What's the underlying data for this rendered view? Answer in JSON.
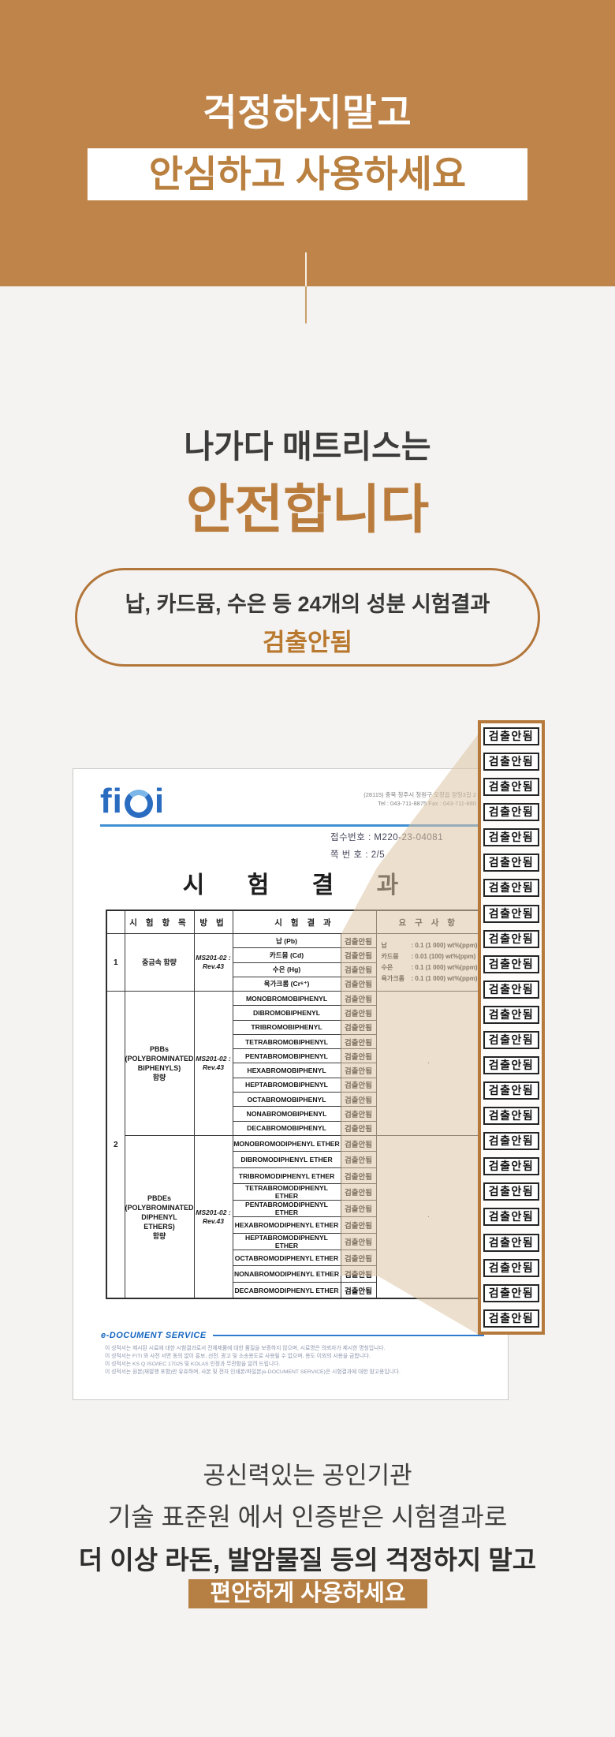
{
  "hero": {
    "line1": "걱정하지말고",
    "line2": "안심하고 사용하세요"
  },
  "intro": {
    "line1": "나가다 매트리스는",
    "line2": "안전합니다"
  },
  "cert_box": {
    "line1": "납, 카드뮴, 수은 등 24개의 성분 시험결과",
    "line2": "검출안됨"
  },
  "stamps": {
    "label": "검출안됨",
    "count": 24
  },
  "document": {
    "logo_text": "fi",
    "logo_text2": "i",
    "address_line1": "(28115) 충북 청주시 청원구 오창읍 양청3길 2",
    "address_line2": "Tel : 043-711-8875   Fax : 043-711-880",
    "receipt_no": "접수번호 : M220-23-04081",
    "page_no": "쪽 번 호 : 2/5",
    "title": "시 험 결 과",
    "table": {
      "headers": {
        "no": "",
        "item": "시 험 항 목",
        "method": "방 법",
        "result": "시 험 결 과",
        "requirement": "요 구 사 항"
      },
      "result_label": "검출안됨",
      "groups": [
        {
          "no": "1",
          "item": "중금속 함량",
          "method": "MS201-02 :\nRev.43",
          "rows": [
            "납 (Pb)",
            "카드뮴 (Cd)",
            "수은 (Hg)",
            "육가크롬 (Cr⁶⁺)"
          ],
          "requirements": [
            {
              "label": "납",
              "value": ": 0.1 (1 000) wt%(ppm)"
            },
            {
              "label": "카드뮴",
              "value": ": 0.01 (100) wt%(ppm)"
            },
            {
              "label": "수은",
              "value": ": 0.1 (1 000) wt%(ppm)"
            },
            {
              "label": "육가크롬",
              "value": ": 0.1 (1 000) wt%(ppm)"
            }
          ]
        },
        {
          "no": "2",
          "item": "PBBs\n(POLYBROMINATED\nBIPHENYLS)\n함량",
          "method": "MS201-02 :\nRev.43",
          "rows": [
            "MONOBROMOBIPHENYL",
            "DIBROMOBIPHENYL",
            "TRIBROMOBIPHENYL",
            "TETRABROMOBIPHENYL",
            "PENTABROMOBIPHENYL",
            "HEXABROMOBIPHENYL",
            "HEPTABROMOBIPHENYL",
            "OCTABROMOBIPHENYL",
            "NONABROMOBIPHENYL",
            "DECABROMOBIPHENYL"
          ],
          "requirements_dot": "·"
        },
        {
          "no": "",
          "item": "PBDEs\n(POLYBROMINATED\nDIPHENYL ETHERS)\n함량",
          "method": "MS201-02 :\nRev.43",
          "rows": [
            "MONOBROMODIPHENYL ETHER",
            "DIBROMODIPHENYL ETHER",
            "TRIBROMODIPHENYL ETHER",
            "TETRABROMODIPHENYL ETHER",
            "PENTABROMODIPHENYL ETHER",
            "HEXABROMODIPHENYL ETHER",
            "HEPTABROMODIPHENYL ETHER",
            "OCTABROMODIPHENYL ETHER",
            "NONABROMODIPHENYL ETHER",
            "DECABROMODIPHENYL ETHER"
          ],
          "requirements_dot": "·"
        }
      ]
    },
    "footer": {
      "service": "e-DOCUMENT SERVICE",
      "lines": [
        "이 성적서는 제시된 시료에 대한 시험결과로서 전체제품에 대한 품질을 보증하지 않으며, 시료명은 의뢰자가 제시한 명칭입니다.",
        "이 성적서는 FITI 와 사전 서면 동의 없이 홍보, 선전, 광고 및 소송용도로 사용될 수 없으며, 용도 이외의 사용을 금합니다.",
        "이 성적서는 KS Q ISO/IEC 17025 및 KOLAS 인정과 무관함을 알려 드립니다.",
        "이 성적서는 원본(재발행 포함)만 유효하며, 사본 및 전자 인쇄본/파일본(e-DOCUMENT SERVICE)은 시험결과에 대한 참고용입니다."
      ]
    }
  },
  "outro": {
    "line1": "공신력있는 공인기관",
    "line2": "기술 표준원 에서 인증받은 시험결과로",
    "line3": "더 이상 라돈, 발암물질 등의 걱정하지 말고",
    "badge": "편안하게 사용하세요"
  },
  "colors": {
    "brown_bg": "#be8449",
    "brown_accent": "#b97c3c",
    "page_bg": "#f4f3f1",
    "logo_blue": "#2a6cc0",
    "edoc_blue": "#1565c0",
    "wedge_beige": "#ddc4a4"
  }
}
